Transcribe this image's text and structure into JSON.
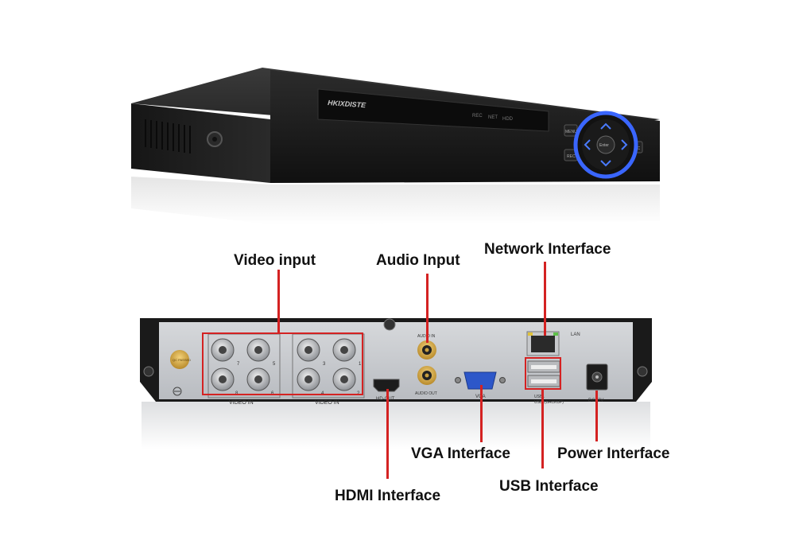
{
  "front_panel": {
    "brand_text": "HKIXDISTE",
    "indicators": [
      "REC",
      "NET",
      "HDD"
    ],
    "buttons": [
      "MENU",
      "REC",
      "ESC"
    ],
    "enter_label": "Enter"
  },
  "rear_panel": {
    "video_in_label": "VIDEO IN",
    "channel_numbers": [
      "7",
      "5",
      "3",
      "1",
      "8",
      "6",
      "4",
      "2"
    ],
    "audio_in_label": "AUDIO IN",
    "audio_out_label": "AUDIO OUT",
    "hdmi_label": "HD-OUT",
    "vga_label": "VGA",
    "lan_label": "LAN",
    "usb1_label": "USB1",
    "usb2_label": "USB2(BACKUP)",
    "power_label": "DC12V",
    "qc_label": "QC PASSED"
  },
  "callouts": {
    "video_input": "Video input",
    "audio_input": "Audio Input",
    "network_interface": "Network Interface",
    "vga_interface": "VGA Interface",
    "power_interface": "Power Interface",
    "hdmi_interface": "HDMI Interface",
    "usb_interface": "USB Interface"
  },
  "colors": {
    "pointer": "#d42222",
    "chassis": "#1e1e1e",
    "panel": "#c9ccd0",
    "ring_light": "#3a66ff"
  }
}
